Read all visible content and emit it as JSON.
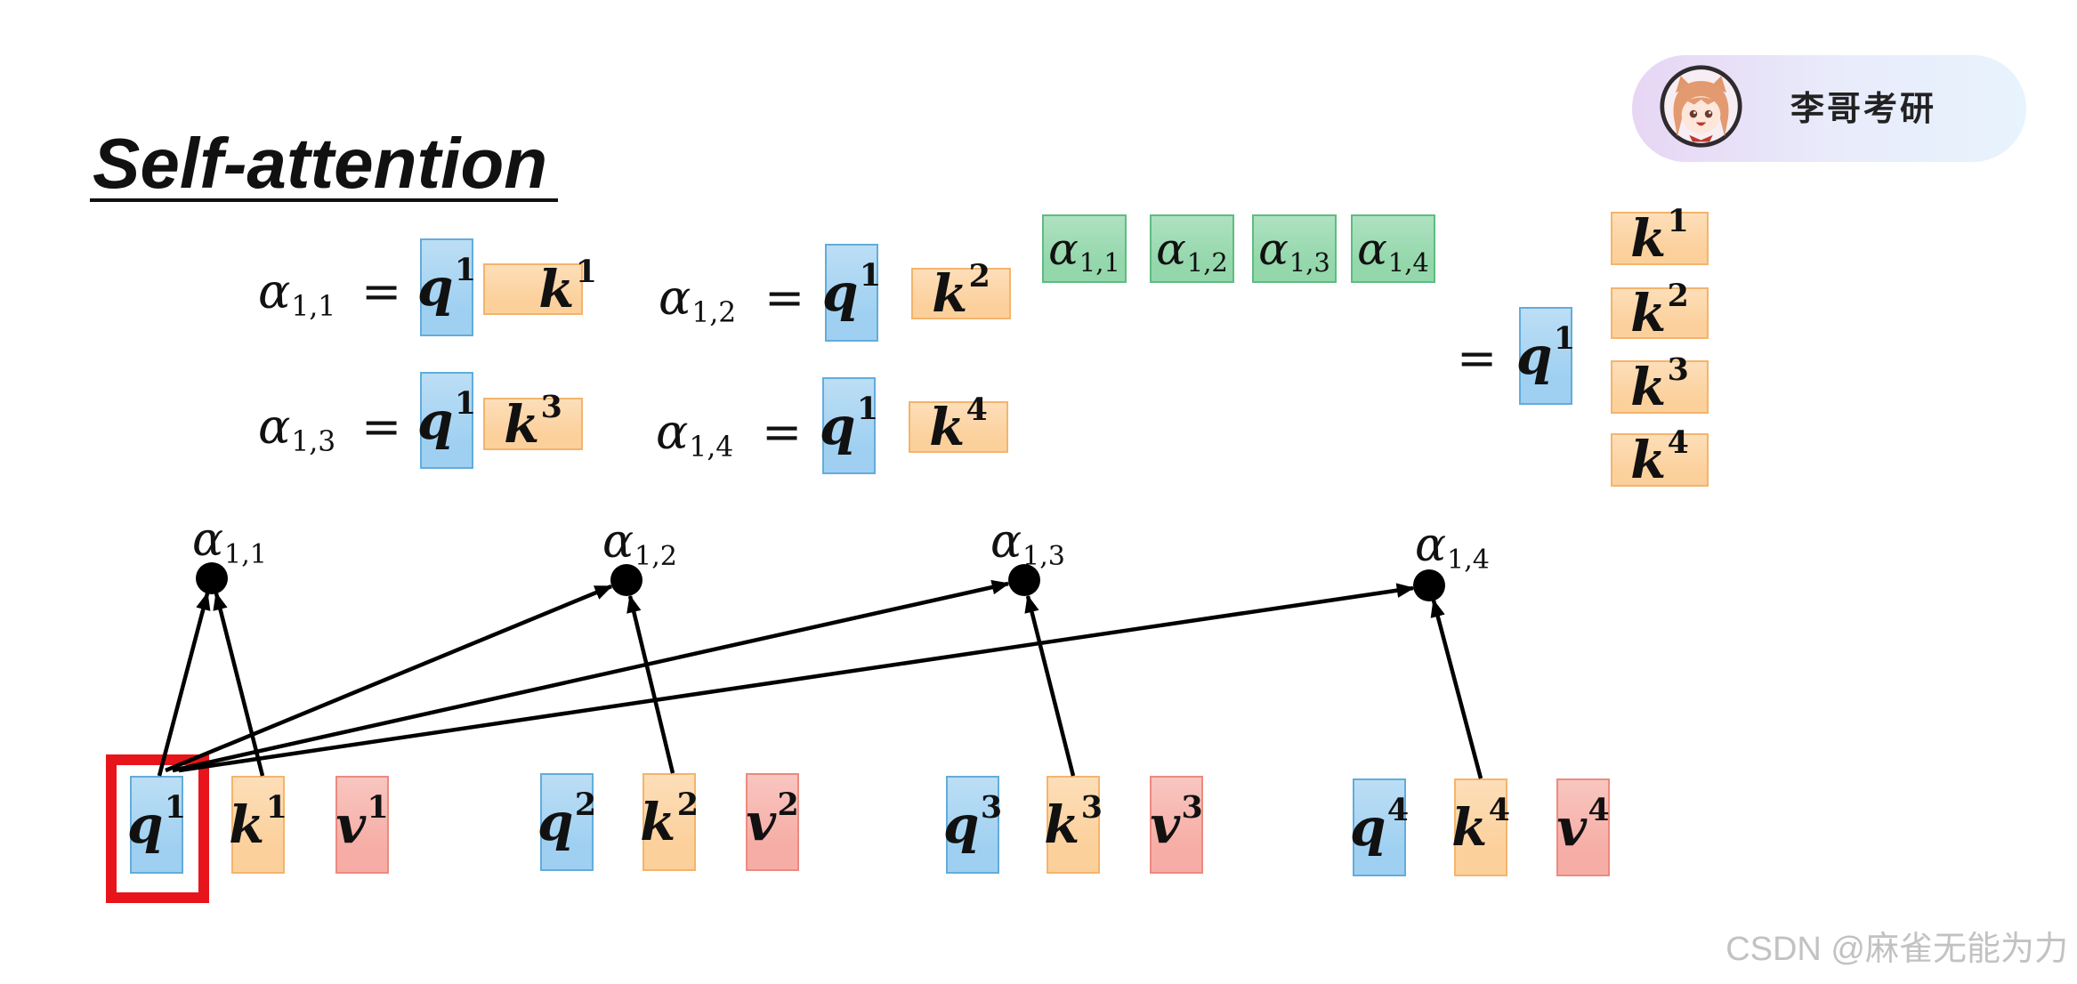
{
  "title": "Self-attention",
  "badge": {
    "name": "李哥考研",
    "avatar_icon": "anime-girl-avatar-icon"
  },
  "equals": "=",
  "equations": [
    {
      "score": {
        "symbol": "α",
        "sub": "1,1"
      },
      "q": {
        "base": "q",
        "sup": "1"
      },
      "k": {
        "base": "k",
        "sup": "1"
      }
    },
    {
      "score": {
        "symbol": "α",
        "sub": "1,2"
      },
      "q": {
        "base": "q",
        "sup": "1"
      },
      "k": {
        "base": "k",
        "sup": "2"
      }
    },
    {
      "score": {
        "symbol": "α",
        "sub": "1,3"
      },
      "q": {
        "base": "q",
        "sup": "1"
      },
      "k": {
        "base": "k",
        "sup": "3"
      }
    },
    {
      "score": {
        "symbol": "α",
        "sub": "1,4"
      },
      "q": {
        "base": "q",
        "sup": "1"
      },
      "k": {
        "base": "k",
        "sup": "4"
      }
    }
  ],
  "score_vector": [
    {
      "symbol": "α",
      "sub": "1,1"
    },
    {
      "symbol": "α",
      "sub": "1,2"
    },
    {
      "symbol": "α",
      "sub": "1,3"
    },
    {
      "symbol": "α",
      "sub": "1,4"
    }
  ],
  "matrix_form": {
    "q": {
      "base": "q",
      "sup": "1"
    },
    "keys": [
      {
        "base": "k",
        "sup": "1"
      },
      {
        "base": "k",
        "sup": "2"
      },
      {
        "base": "k",
        "sup": "3"
      },
      {
        "base": "k",
        "sup": "4"
      }
    ]
  },
  "nodes": [
    {
      "symbol": "α",
      "sub": "1,1"
    },
    {
      "symbol": "α",
      "sub": "1,2"
    },
    {
      "symbol": "α",
      "sub": "1,3"
    },
    {
      "symbol": "α",
      "sub": "1,4"
    }
  ],
  "tokens": [
    {
      "q": {
        "base": "q",
        "sup": "1"
      },
      "k": {
        "base": "k",
        "sup": "1"
      },
      "v": {
        "base": "v",
        "sup": "1"
      }
    },
    {
      "q": {
        "base": "q",
        "sup": "2"
      },
      "k": {
        "base": "k",
        "sup": "2"
      },
      "v": {
        "base": "v",
        "sup": "2"
      }
    },
    {
      "q": {
        "base": "q",
        "sup": "3"
      },
      "k": {
        "base": "k",
        "sup": "3"
      },
      "v": {
        "base": "v",
        "sup": "3"
      }
    },
    {
      "q": {
        "base": "q",
        "sup": "4"
      },
      "k": {
        "base": "k",
        "sup": "4"
      },
      "v": {
        "base": "v",
        "sup": "4"
      }
    }
  ],
  "watermark": "CSDN @麻雀无能为力",
  "colors": {
    "query": "#9fd0f1",
    "key": "#fcd09b",
    "value": "#f6ada5",
    "score": "#93d7ab",
    "highlight": "#e8141b",
    "arrow": "#000000"
  }
}
